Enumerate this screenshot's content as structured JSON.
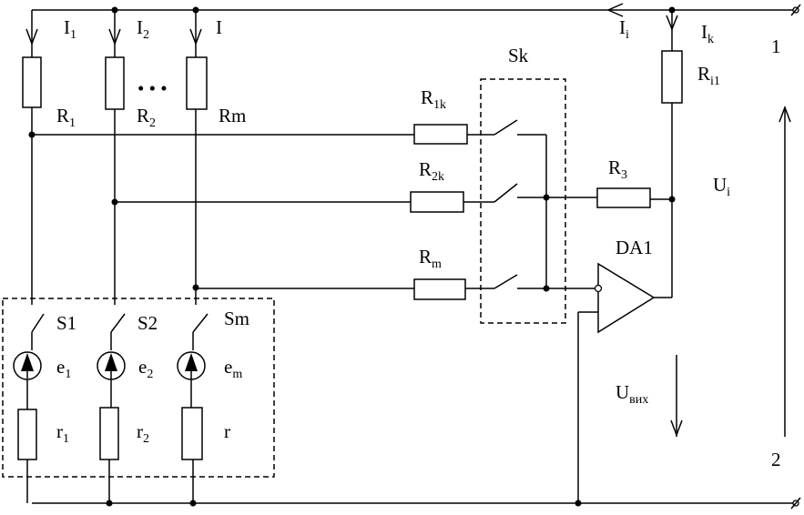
{
  "labels": {
    "I1": {
      "main": "I",
      "sub": "1"
    },
    "I2": {
      "main": "I",
      "sub": "2"
    },
    "I": {
      "main": "I",
      "sub": ""
    },
    "Ii": {
      "main": "I",
      "sub": "i"
    },
    "Ik": {
      "main": "I",
      "sub": "k"
    },
    "R1": {
      "main": "R",
      "sub": "1"
    },
    "R2": {
      "main": "R",
      "sub": "2"
    },
    "Rm": {
      "main": "Rm",
      "sub": ""
    },
    "R1k": {
      "main": "R",
      "sub": "1k"
    },
    "R2k": {
      "main": "R",
      "sub": "2k"
    },
    "Rm_sk": {
      "main": "R",
      "sub": "m"
    },
    "R3": {
      "main": "R",
      "sub": "3"
    },
    "Ri1": {
      "main": "R",
      "sub": "i1"
    },
    "Sk": {
      "main": "Sk",
      "sub": ""
    },
    "Ui": {
      "main": "U",
      "sub": "i"
    },
    "DA1": {
      "main": "DA1",
      "sub": ""
    },
    "Uvyh": {
      "main": "U",
      "sub": "вих"
    },
    "S1": {
      "main": "S1",
      "sub": ""
    },
    "S2": {
      "main": "S2",
      "sub": ""
    },
    "Sm": {
      "main": "Sm",
      "sub": ""
    },
    "e1": {
      "main": "e",
      "sub": "1"
    },
    "e2": {
      "main": "e",
      "sub": "2"
    },
    "em": {
      "main": "e",
      "sub": "m"
    },
    "r1": {
      "main": "r",
      "sub": "1"
    },
    "r2": {
      "main": "r",
      "sub": "2"
    },
    "r": {
      "main": "r",
      "sub": ""
    },
    "node1": {
      "main": "1",
      "sub": ""
    },
    "node2": {
      "main": "2",
      "sub": ""
    },
    "dots": {
      "main": "• • •",
      "sub": ""
    }
  }
}
